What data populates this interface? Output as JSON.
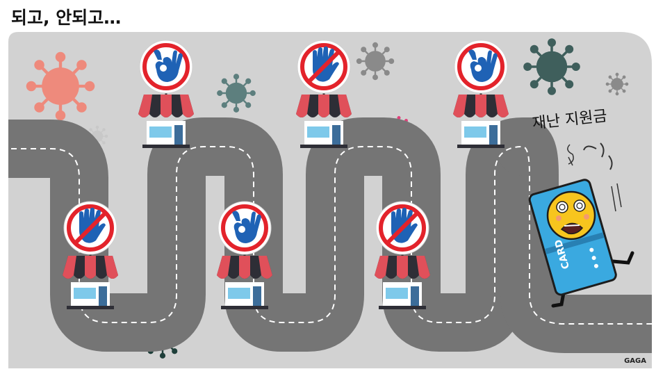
{
  "title": "되고, 안되고…",
  "card": {
    "caption": "재난 지원금",
    "label": "CARD"
  },
  "credit": "GAGA",
  "stores": [
    {
      "sign": "ok-hand",
      "allowed": true
    },
    {
      "sign": "stop-hand",
      "allowed": false
    },
    {
      "sign": "ok-hand",
      "allowed": true
    },
    {
      "sign": "stop-hand",
      "allowed": false
    },
    {
      "sign": "ok-hand",
      "allowed": true
    },
    {
      "sign": "stop-hand",
      "allowed": false
    }
  ],
  "colors": {
    "background": "#d2d2d2",
    "road": "#757575",
    "awning_red": "#e0505a",
    "awning_dark": "#2e2e36",
    "sign_red": "#e3232b",
    "hand_blue": "#1f62b5",
    "card_blue": "#3aa9e0",
    "emoji_yellow": "#f7c51e"
  }
}
